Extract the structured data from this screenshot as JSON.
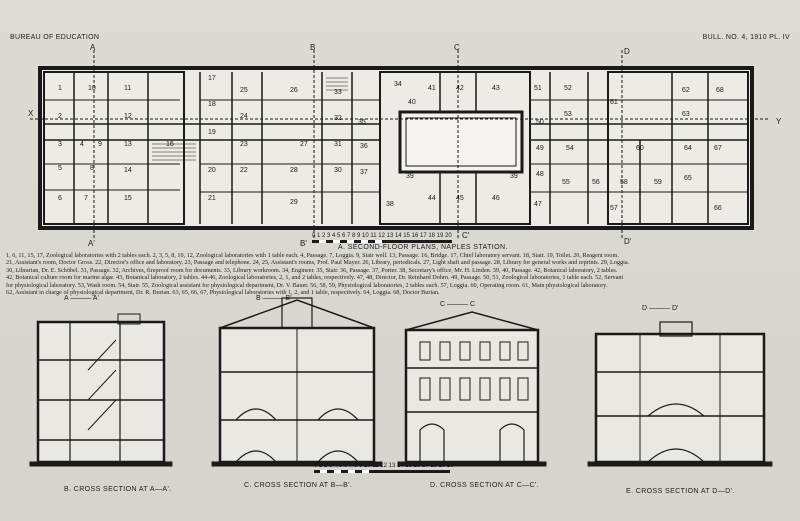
{
  "header": {
    "left": "BUREAU OF EDUCATION",
    "right": "BULL. NO. 4, 1910 PL. IV"
  },
  "plan": {
    "title": "A. SECOND-FLOOR PLANS, NAPLES STATION.",
    "scale_labels": "0 1 2 3 4 5 6 7 8 9 10 11 12 13 14 15 16 17 18 19 20",
    "section_markers": {
      "A": "A",
      "A_prime": "A'",
      "B": "B",
      "B_prime": "B'",
      "C": "C",
      "C_prime": "C'",
      "D": "D",
      "D_prime": "D'",
      "X": "X",
      "Y": "Y"
    },
    "rooms": [
      "1",
      "2",
      "3",
      "4",
      "5",
      "6",
      "7",
      "8",
      "9",
      "10",
      "11",
      "12",
      "13",
      "14",
      "15",
      "16",
      "17",
      "18",
      "19",
      "20",
      "21",
      "22",
      "23",
      "24",
      "25",
      "26",
      "27",
      "28",
      "29",
      "30",
      "31",
      "32",
      "33",
      "34",
      "35",
      "36",
      "37",
      "38",
      "39",
      "39",
      "40",
      "41",
      "42",
      "43",
      "44",
      "45",
      "46",
      "47",
      "48",
      "49",
      "50",
      "51",
      "52",
      "53",
      "54",
      "55",
      "56",
      "57",
      "58",
      "59",
      "60",
      "61",
      "62",
      "63",
      "64",
      "65",
      "66",
      "67",
      "68"
    ]
  },
  "legend_lines": [
    "1, 6, 11, 15, 17, Zoological laboratories with 2 tables each.  2, 3, 5, 8, 10, 12, Zoological laboratories with 1 table each.  4, Passage.  7, Loggia.  9, Stair well.  13, Passage.  16, Bridge.  17, Chief laboratory servant.  18, Stair.  19, Toilet.  20, Reagent room.",
    "21, Assistant's room, Doctor Gross.  22, Director's office and laboratory.  23, Passage and telephone.  24, 25, Assistant's rooms, Prof. Paul Mayer.  26, Library, periodicals.  27, Light shaft and passage.  28, Library for general works and reprints.  29, Loggia.",
    "30, Librarian, Dr. E. Schöbel.  31, Passage.  32, Archives, fireproof room for documents.  33, Library workroom.  34, Engineer.  35, Stair.  36, Passage.  37, Porter.  38, Secretary's office, Mr. H. Linden.  39, 40, Passage.  42, Botanical laboratory, 2 tables.",
    "42, Botanical culture room for marine algæ.  43, Botanical laboratory, 2 tables.  44-46, Zoological laboratories, 2, 1, and 2 tables, respectively.  47, 48, Director, Dr. Reinhard Dohrn.  49, Passage.  50, 51, Zoological laboratories, 1 table each.  52, Servant",
    "for physiological laboratory.  53, Wash room.  54, Stair.  55, Zoological assistant for physiological department, Dr. V. Bauer.  56, 58, 59, Physiological laboratories, 2 tables each.  57, Loggia.  60, Operating room.  61, Main physiological laboratory.",
    "62, Assistant in charge of physiological department, Dr. R. Burian.  63, 65, 66, 67, Physiological laboratories with 1, 2, and 1 table, respectively.  64, Loggia.  68, Doctor Burian."
  ],
  "sections": {
    "a_marker": "A ——— A'",
    "b_marker": "B ——— B'",
    "c_marker": "C ——— C",
    "d_marker": "D ——— D'",
    "b_caption": "B.  CROSS SECTION AT A—A'.",
    "c_caption": "C.  CROSS SECTION AT B—B'.",
    "d_caption": "D.  CROSS SECTION AT C—C'.",
    "e_caption": "E.  CROSS SECTION AT D—D'.",
    "scale_labels": "0 1 2 3 4 5 6 7 8 9 10 11 12 13 14 15 16 17 18 19 20"
  }
}
